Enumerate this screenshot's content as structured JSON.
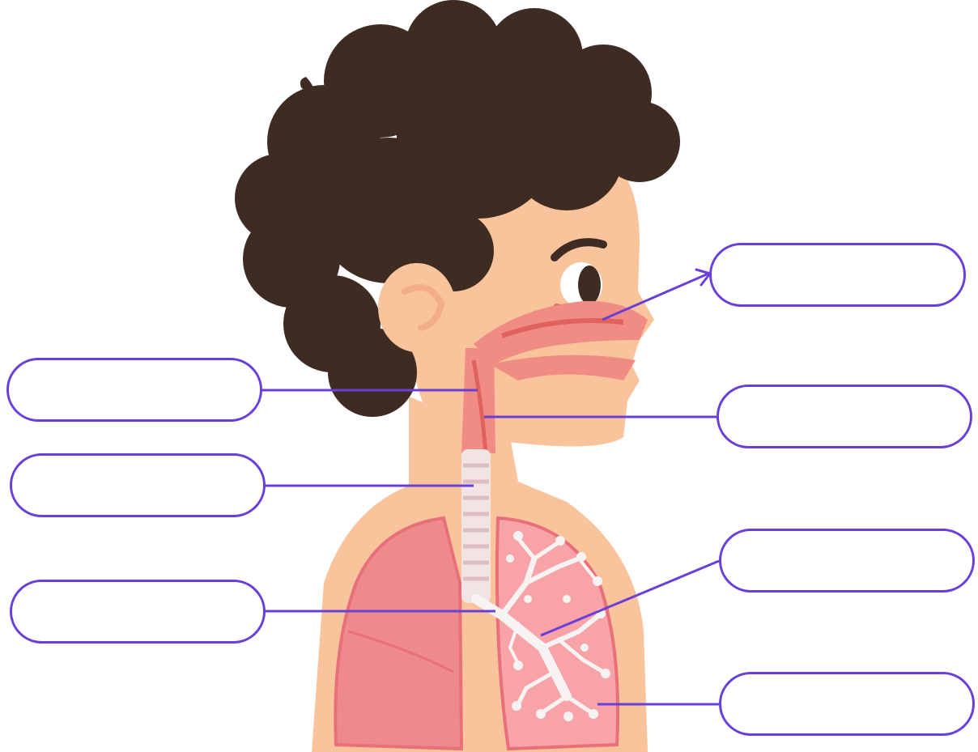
{
  "colors": {
    "accent": "#6a3fd8",
    "hair": "#3e2c23",
    "skin": "#f9c39b",
    "skin_dark": "#f2ae86",
    "airway": "#f08c84",
    "airway_dark": "#e0625c",
    "lung_left": "#ef8a8c",
    "lung_right": "#f7a3a8",
    "lung_edge": "#e8707a",
    "bronchi": "#f8f3f3",
    "trachea": "#f2e4e4",
    "trachea_ring": "#dcbfc2"
  },
  "labels": [
    {
      "id": "nose",
      "text": ""
    },
    {
      "id": "pharynx",
      "text": ""
    },
    {
      "id": "larynx",
      "text": ""
    },
    {
      "id": "trachea",
      "text": ""
    },
    {
      "id": "bronchi",
      "text": ""
    },
    {
      "id": "bronchioles",
      "text": ""
    },
    {
      "id": "alveoli",
      "text": ""
    }
  ],
  "icons": {
    "figure": "child-respiratory-system-illustration",
    "arrow": "arrow-head-icon"
  }
}
